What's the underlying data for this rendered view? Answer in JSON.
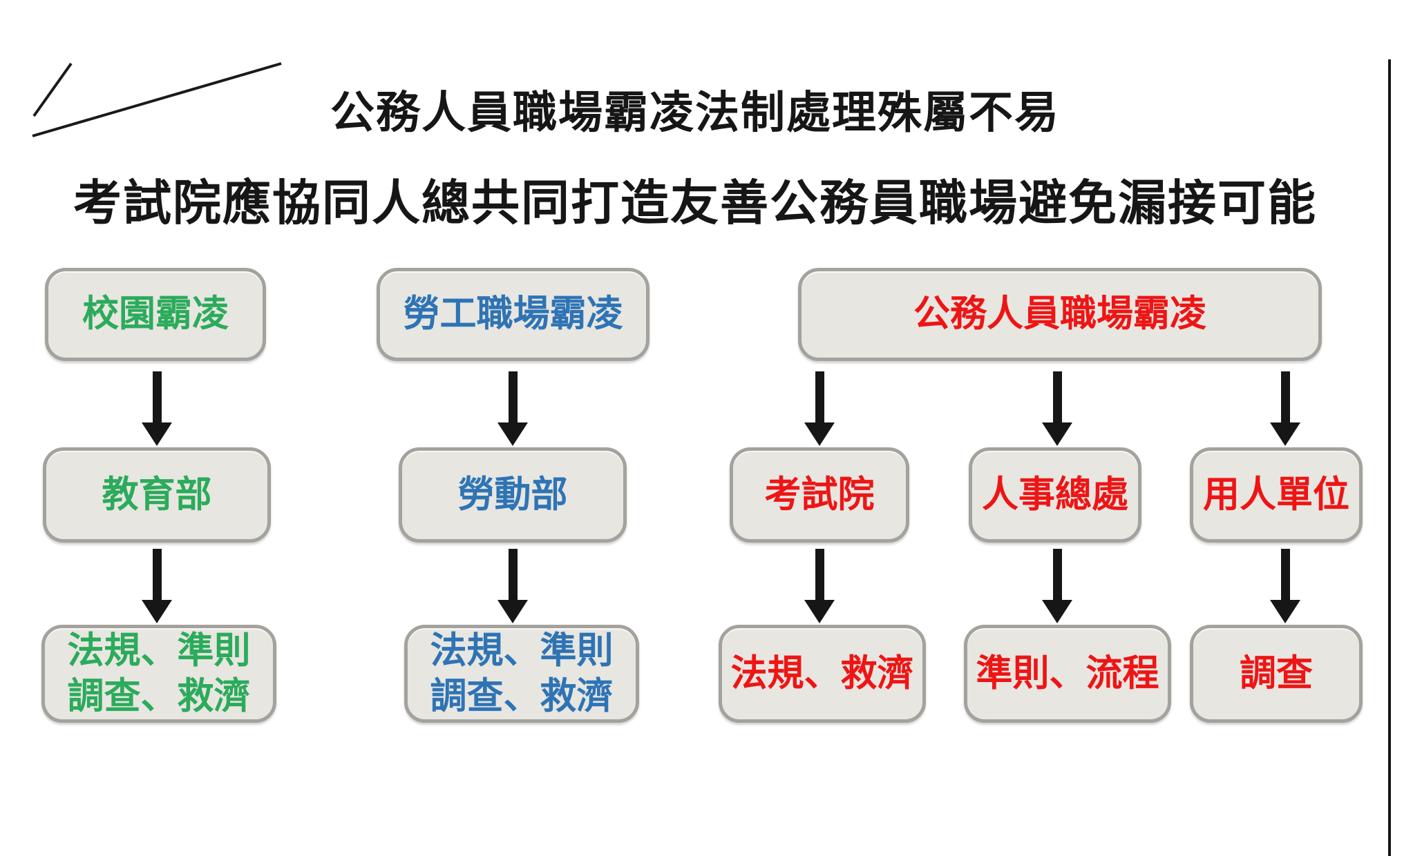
{
  "titles": {
    "line1": "公務人員職場霸凌法制處理殊屬不易",
    "line2": "考試院應協同人總共同打造友善公務員職場避免漏接可能"
  },
  "flowchart": {
    "school": {
      "top": "校園霸凌",
      "mid": "教育部",
      "bottom": "法規、準則\n調查、救濟"
    },
    "labor": {
      "top": "勞工職場霸凌",
      "mid": "勞動部",
      "bottom": "法規、準則\n調查、救濟"
    },
    "civil": {
      "top": "公務人員職場霸凌",
      "exam": {
        "mid": "考試院",
        "bottom": "法規、救濟"
      },
      "personnel": {
        "mid": "人事總處",
        "bottom": "準則、流程"
      },
      "agency": {
        "mid": "用人單位",
        "bottom": "調查"
      }
    }
  },
  "colors": {
    "school_text": "#2bab5b",
    "labor_text": "#2e74b5",
    "civil_text": "#ee1515",
    "box_fill": "#e8e6e1",
    "box_border": "#a4a29d",
    "line_ink": "#161616"
  }
}
